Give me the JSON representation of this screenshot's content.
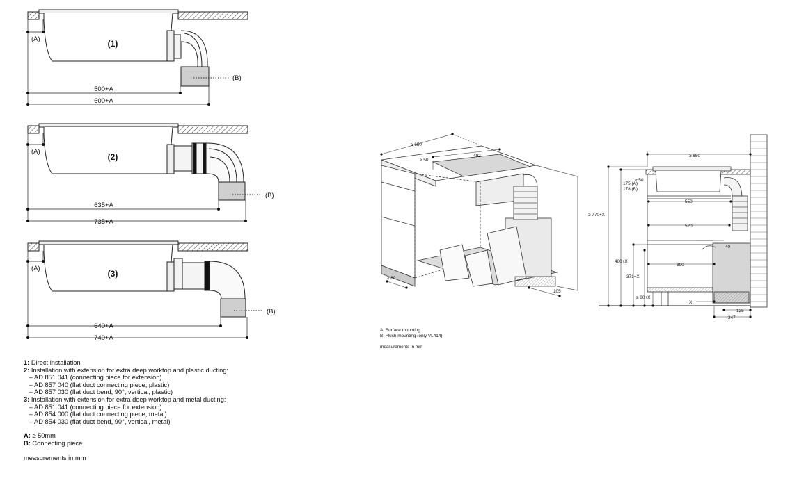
{
  "left_variants": [
    {
      "label": "(1)",
      "a_label": "(A)",
      "b_label": "(B)",
      "dim_short": "500+A",
      "dim_long": "600+A"
    },
    {
      "label": "(2)",
      "a_label": "(A)",
      "b_label": "(B)",
      "dim_short": "635+A",
      "dim_long": "735+A"
    },
    {
      "label": "(3)",
      "a_label": "(A)",
      "b_label": "(B)",
      "dim_short": "640+A",
      "dim_long": "740+A"
    }
  ],
  "notes": {
    "items": [
      {
        "key": "1:",
        "text": " Direct installation"
      },
      {
        "key": "2:",
        "text": " Installation with extension for extra deep worktop and plastic ducting:"
      },
      {
        "key": "",
        "text": "   – AD 851 041 (connecting piece for extension)"
      },
      {
        "key": "",
        "text": "   – AD 857 040 (flat duct connecting piece, plastic)"
      },
      {
        "key": "",
        "text": "   – AD 857 030 (flat duct bend, 90°, vertical, plastic)"
      },
      {
        "key": "3:",
        "text": " Installation with extension for extra deep worktop and metal ducting:"
      },
      {
        "key": "",
        "text": "   – AD 851 041 (connecting piece for extension)"
      },
      {
        "key": "",
        "text": "   – AD 854 000 (flat duct connecting piece, metal)"
      },
      {
        "key": "",
        "text": "   – AD 854 030 (flat duct bend, 90°, vertical, metal)"
      }
    ],
    "legend": [
      {
        "key": "A:",
        "text": " ≥ 50mm"
      },
      {
        "key": "B:",
        "text": " Connecting piece"
      }
    ],
    "units": "measurements in mm"
  },
  "iso": {
    "dim_650": "≥ 650",
    "dim_492": "492",
    "dim_50": "≥ 50",
    "dim_80": "≥ 80",
    "dim_105": "105",
    "caption_a": "A: Surface mounting",
    "caption_b": "B: Flush mounting (only VL414)",
    "units": "measurements in mm"
  },
  "section": {
    "dim_650": "≥ 650",
    "dim_50": "≥ 50",
    "dim_175": "175 (A)",
    "dim_178": "178 (B)",
    "dim_770": "≥ 770+X",
    "dim_550": "550",
    "dim_520": "520",
    "dim_40": "40",
    "dim_390": "390",
    "dim_480": "480+X",
    "dim_371": "371+X",
    "dim_80x": "≥ 80+X",
    "dim_x": "X",
    "dim_125": "125",
    "dim_247": "247"
  }
}
